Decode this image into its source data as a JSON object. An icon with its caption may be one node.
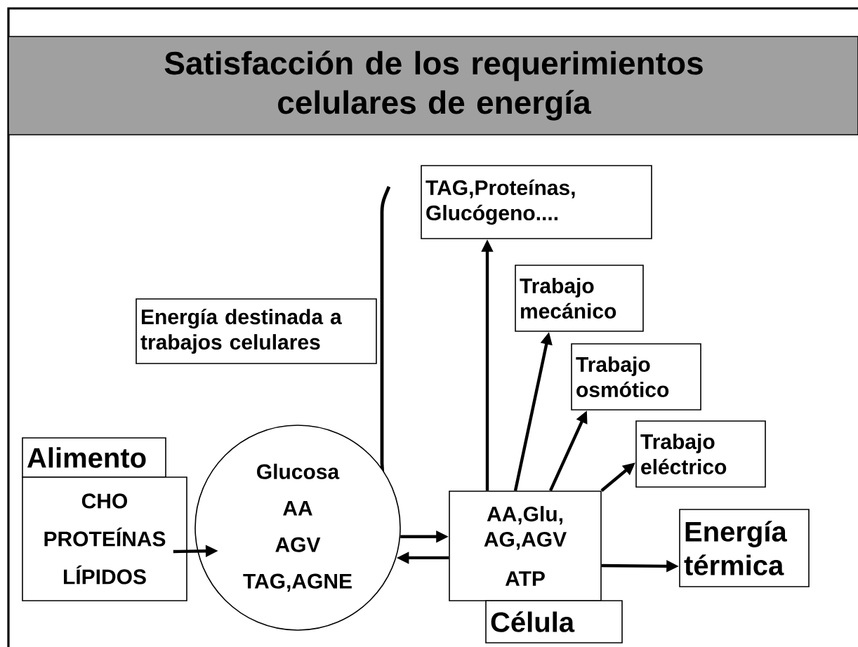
{
  "diagram": {
    "title": "Satisfacción de los requerimientos celulares de energía",
    "nodes": [
      {
        "text": [
          "Alimento"
        ]
      },
      {
        "text": [
          "CHO",
          "PROTEÍNAS",
          "LÍPIDOS"
        ]
      },
      {
        "text": [
          "Glucosa",
          "AA",
          "AGV",
          "TAG,AGNE"
        ]
      },
      {
        "text": [
          "AA,Glu, AG,AGV",
          "ATP"
        ]
      },
      {
        "text": [
          "Célula"
        ]
      },
      {
        "text": [
          "Energía destinada a trabajos celulares"
        ]
      },
      {
        "text": [
          "TAG,Proteínas, Glucógeno...."
        ]
      },
      {
        "text": [
          "Trabajo mecánico"
        ]
      },
      {
        "text": [
          "Trabajo osmótico"
        ]
      },
      {
        "text": [
          "Trabajo eléctrico"
        ]
      },
      {
        "text": [
          "Energía térmica"
        ]
      }
    ],
    "edges": [
      {
        "from": 1,
        "to": 2,
        "arrow": "to"
      },
      {
        "from": 2,
        "to": 3,
        "arrow": "to"
      },
      {
        "from": 3,
        "to": 2,
        "arrow": "to"
      },
      {
        "from": 3,
        "to": 6,
        "arrow": "to"
      },
      {
        "from": 3,
        "to": 7,
        "arrow": "to"
      },
      {
        "from": 3,
        "to": 8,
        "arrow": "to"
      },
      {
        "from": 3,
        "to": 9,
        "arrow": "to"
      },
      {
        "from": 3,
        "to": 10,
        "arrow": "to"
      }
    ]
  }
}
